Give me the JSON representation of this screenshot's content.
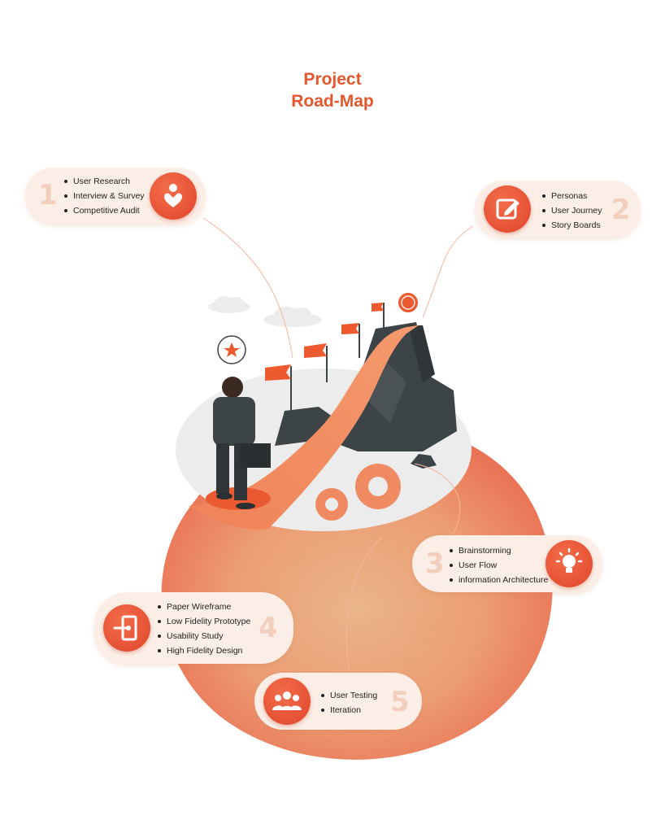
{
  "header": {
    "title_line1": "Project",
    "title_line2": "Road-Map"
  },
  "colors": {
    "accent": "#e4572e",
    "card_bg": "#fbeee6",
    "number": "#f2cfbd",
    "rock": "#3d4448"
  },
  "steps": [
    {
      "number": "1",
      "icon": "heart-hand-icon",
      "items": [
        "User Research",
        "Interview & Survey",
        "Competitive Audit"
      ]
    },
    {
      "number": "2",
      "icon": "edit-pencil-icon",
      "items": [
        "Personas",
        "User Journey",
        "Story Boards"
      ]
    },
    {
      "number": "3",
      "icon": "lightbulb-icon",
      "items": [
        "Brainstorming",
        "User Flow",
        "information Architecture"
      ]
    },
    {
      "number": "4",
      "icon": "door-exit-icon",
      "items": [
        "Paper Wireframe",
        "Low Fidelity Prototype",
        "Usability Study",
        "High Fidelity Design"
      ]
    },
    {
      "number": "5",
      "icon": "users-group-icon",
      "items": [
        "User Testing",
        "Iteration"
      ]
    }
  ]
}
